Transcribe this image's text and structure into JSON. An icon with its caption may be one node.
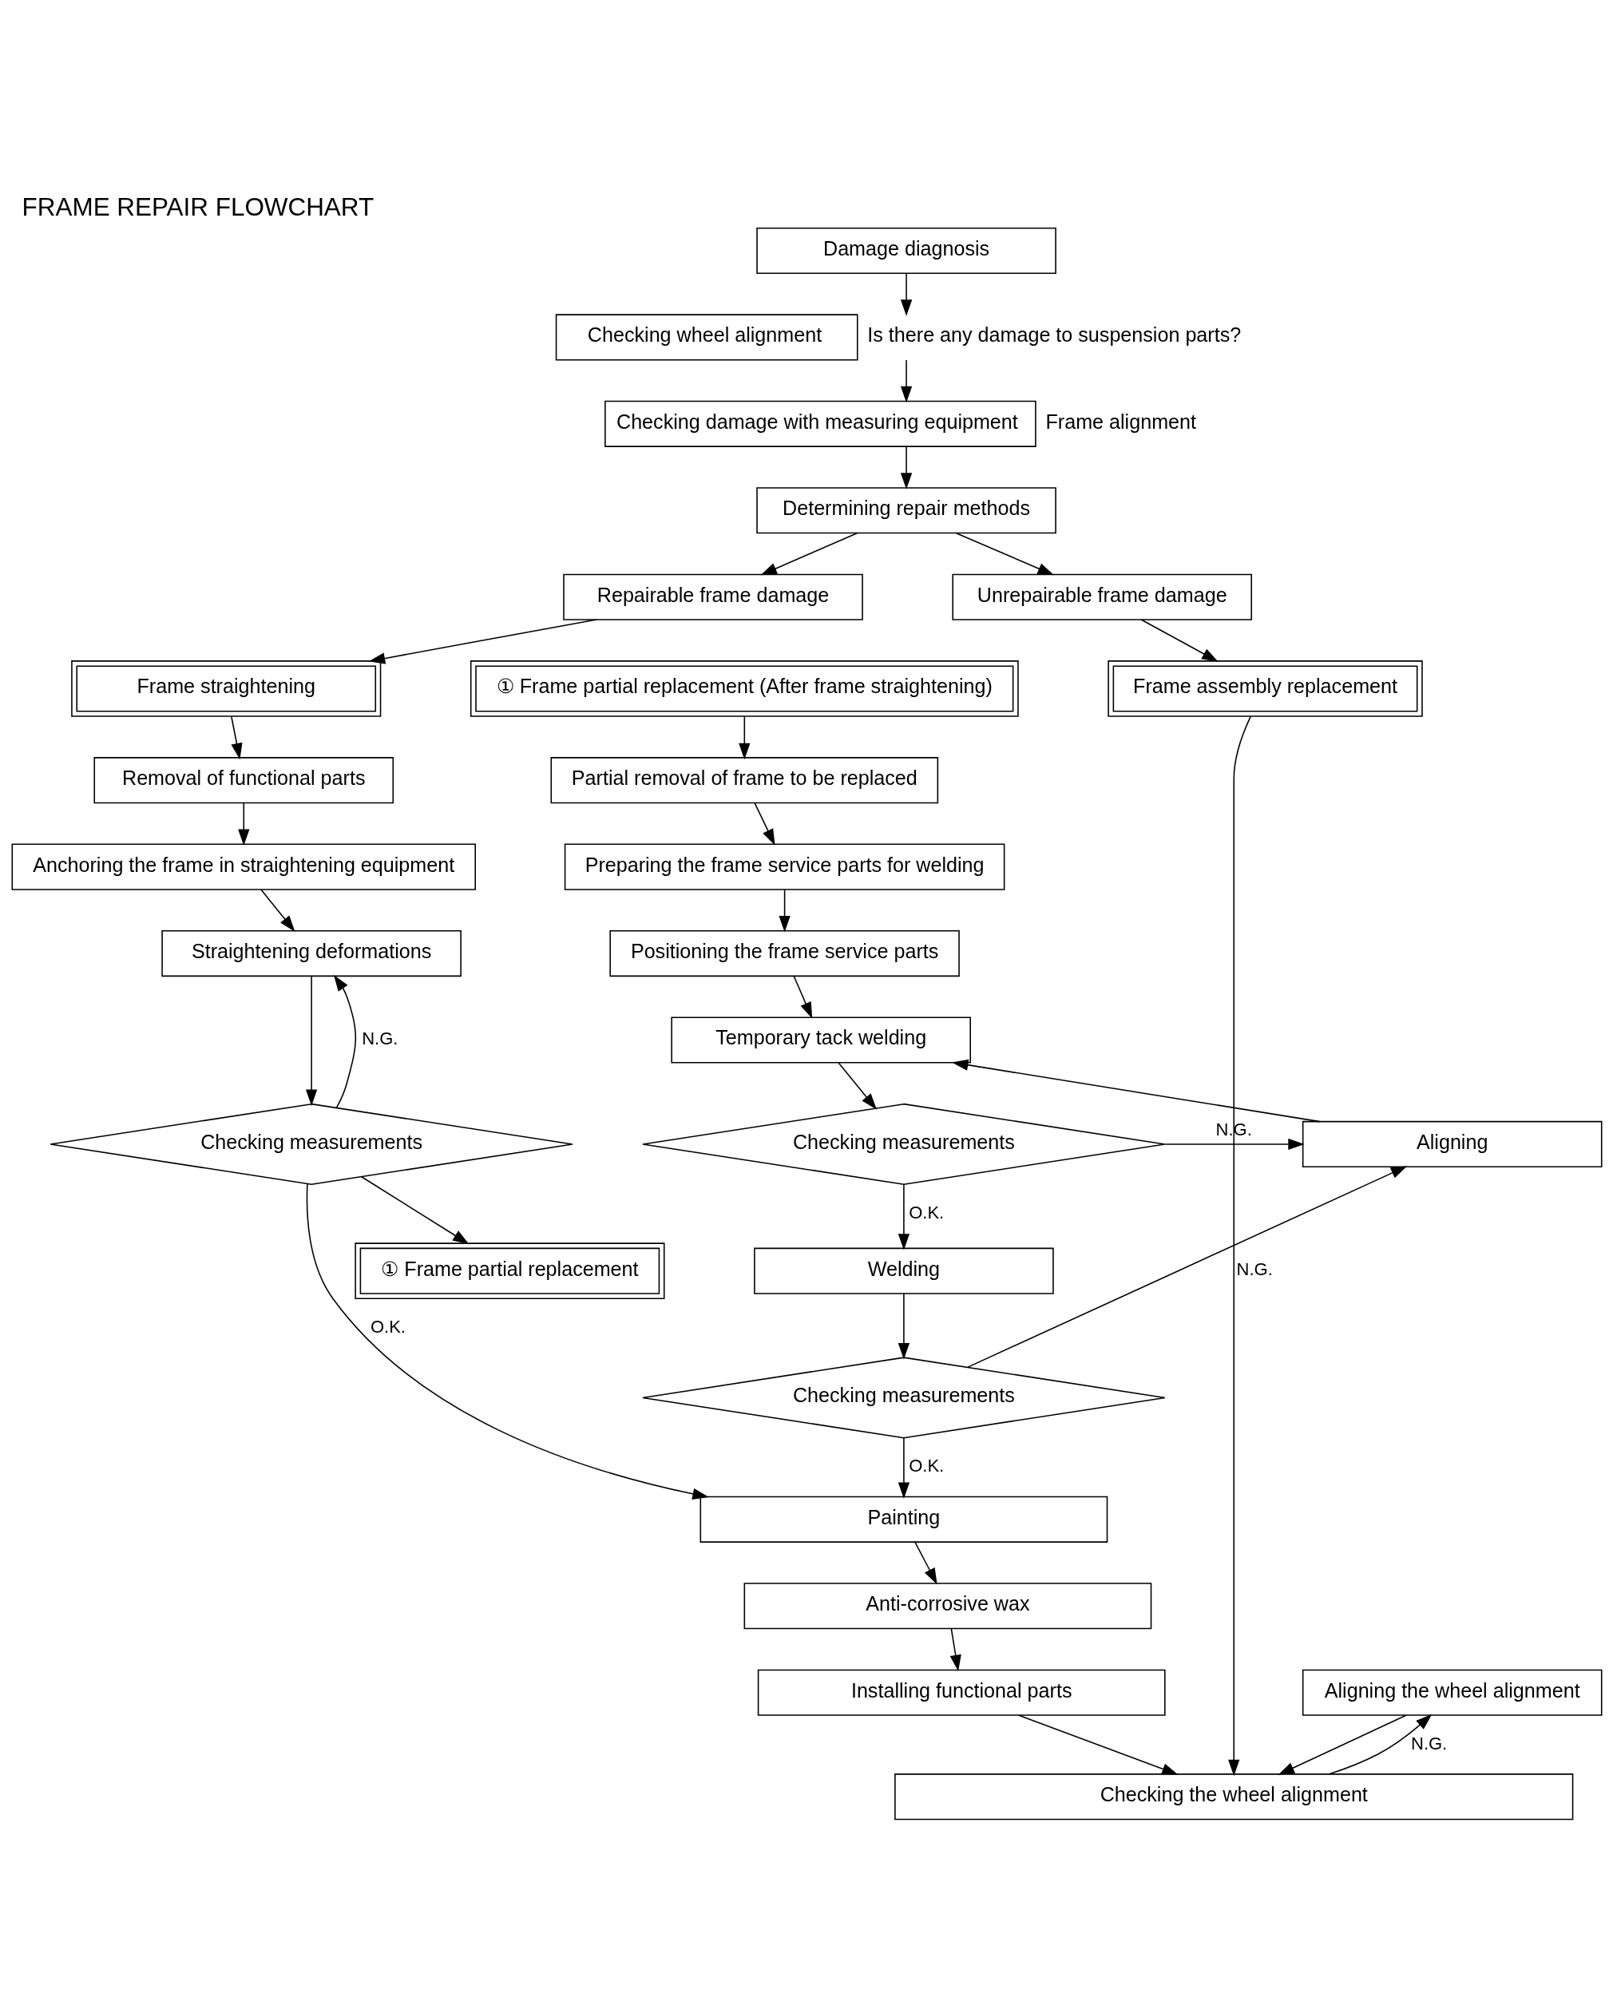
{
  "diagram": {
    "title": "FRAME REPAIR FLOWCHART",
    "nodes": [
      {
        "text": [
          "Damage diagnosis"
        ]
      },
      {
        "text": [
          "Checking wheel alignment"
        ],
        "beside": [
          "Is there any damage to suspension parts?"
        ]
      },
      {
        "text": [
          "Checking damage with measuring equipment"
        ],
        "beside": [
          "Frame alignment"
        ]
      },
      {
        "text": [
          "Determining repair methods"
        ]
      },
      {
        "text": [
          "Repairable frame damage"
        ]
      },
      {
        "text": [
          "Unrepairable frame damage"
        ]
      },
      {
        "text": [
          "Frame straightening"
        ]
      },
      {
        "text": [
          "① Frame partial replacement (After frame straightening)"
        ]
      },
      {
        "text": [
          "Frame assembly replacement"
        ]
      },
      {
        "text": [
          "Removal of functional parts"
        ]
      },
      {
        "text": [
          "Partial removal of frame to be replaced"
        ]
      },
      {
        "text": [
          "Anchoring the frame in straightening equipment"
        ]
      },
      {
        "text": [
          "Preparing the frame service parts for welding"
        ]
      },
      {
        "text": [
          "Straightening deformations"
        ]
      },
      {
        "text": [
          "Positioning the frame service parts"
        ]
      },
      {
        "text": [
          "Temporary tack welding"
        ]
      },
      {
        "text": [
          "Checking measurements"
        ]
      },
      {
        "text": [
          "Checking measurements"
        ]
      },
      {
        "text": [
          "Aligning"
        ]
      },
      {
        "text": [
          "① Frame partial replacement"
        ]
      },
      {
        "text": [
          "Welding"
        ]
      },
      {
        "text": [
          "Checking measurements"
        ]
      },
      {
        "text": [
          "Painting"
        ]
      },
      {
        "text": [
          "Aligning the wheel alignment"
        ]
      },
      {
        "text": [
          "Anti-corrosive wax"
        ]
      },
      {
        "text": [
          "Installing functional parts"
        ]
      },
      {
        "text": [
          "Checking the wheel alignment"
        ]
      }
    ],
    "edges": [
      {
        "from": 0,
        "to": 1,
        "arrow": "to"
      },
      {
        "from": 1,
        "to": 2,
        "arrow": "to"
      },
      {
        "from": 2,
        "to": 3,
        "arrow": "to"
      },
      {
        "from": 3,
        "to": 4,
        "arrow": "to"
      },
      {
        "from": 3,
        "to": 5,
        "arrow": "to"
      },
      {
        "from": 4,
        "to": 6,
        "arrow": "to"
      },
      {
        "from": 5,
        "to": 8,
        "arrow": "to"
      },
      {
        "from": 6,
        "to": 9,
        "arrow": "to"
      },
      {
        "from": 9,
        "to": 11,
        "arrow": "to"
      },
      {
        "from": 11,
        "to": 13,
        "arrow": "to"
      },
      {
        "from": 13,
        "to": 16,
        "arrow": "to"
      },
      {
        "from": 16,
        "to": 13,
        "label": "N.G.",
        "arrow": "to"
      },
      {
        "from": 16,
        "to": 22,
        "label": "O.K.",
        "arrow": "to"
      },
      {
        "from": 16,
        "to": 19,
        "arrow": "to"
      },
      {
        "from": 7,
        "to": 10,
        "arrow": "to"
      },
      {
        "from": 10,
        "to": 12,
        "arrow": "to"
      },
      {
        "from": 12,
        "to": 14,
        "arrow": "to"
      },
      {
        "from": 14,
        "to": 15,
        "arrow": "to"
      },
      {
        "from": 15,
        "to": 17,
        "arrow": "to"
      },
      {
        "from": 17,
        "to": 18,
        "label": "N.G.",
        "arrow": "to"
      },
      {
        "from": 18,
        "to": 15,
        "arrow": "to"
      },
      {
        "from": 17,
        "to": 20,
        "label": "O.K.",
        "arrow": "to"
      },
      {
        "from": 20,
        "to": 21,
        "arrow": "to"
      },
      {
        "from": 21,
        "to": 18,
        "label": "N.G.",
        "arrow": "to"
      },
      {
        "from": 21,
        "to": 22,
        "label": "O.K.",
        "arrow": "to"
      },
      {
        "from": 22,
        "to": 24,
        "arrow": "to"
      },
      {
        "from": 24,
        "to": 25,
        "arrow": "to"
      },
      {
        "from": 25,
        "to": 26,
        "arrow": "to"
      },
      {
        "from": 8,
        "to": 26,
        "arrow": "to"
      },
      {
        "from": 23,
        "to": 26,
        "arrow": "to"
      },
      {
        "from": 26,
        "to": 23,
        "label": "N.G.",
        "arrow": "to"
      }
    ]
  }
}
